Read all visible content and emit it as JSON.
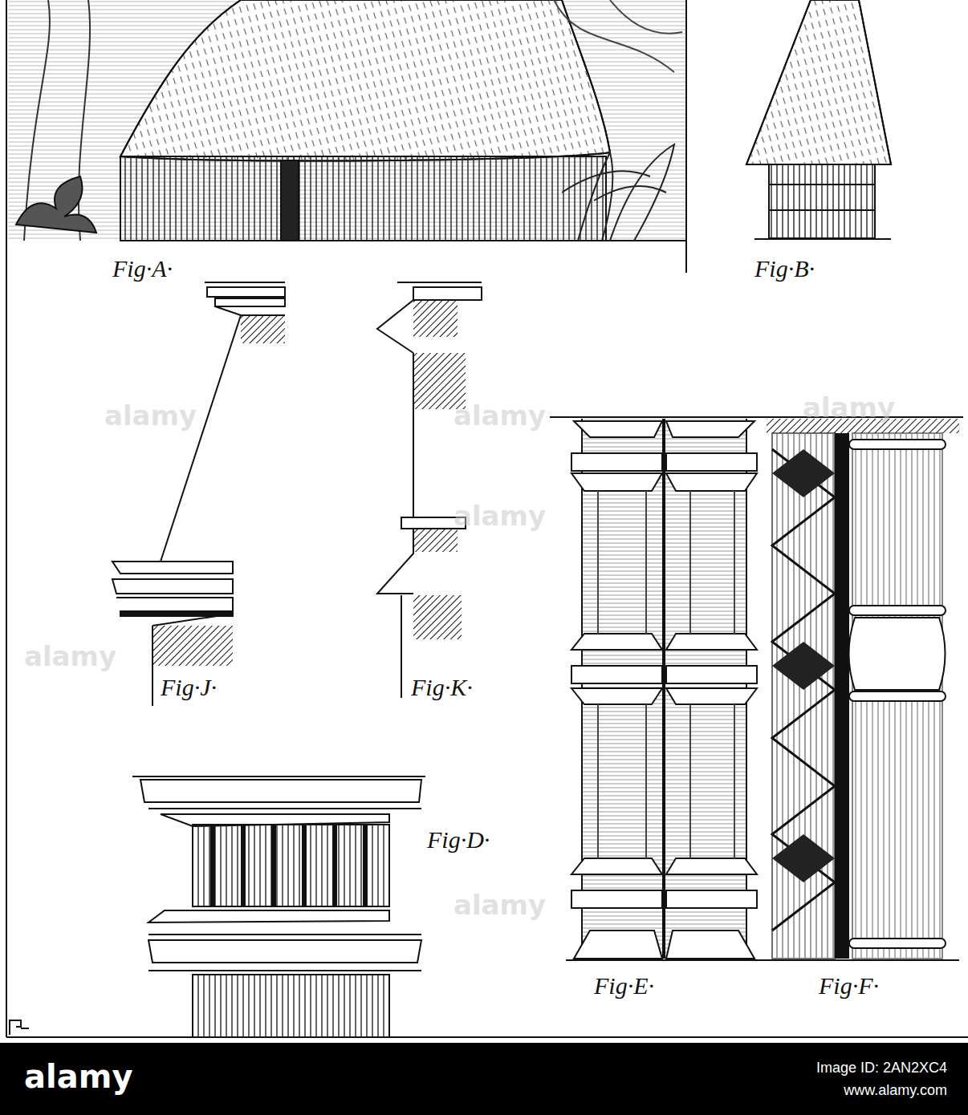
{
  "diagram": {
    "labels": [
      "Fig·A·",
      "Fig·B·",
      "Fig·J·",
      "Fig·K·",
      "Fig·D·",
      "Fig·E·",
      "Fig·F·",
      "alamy",
      "alamy",
      "alamy",
      "alamy",
      "alamy",
      "alamy",
      "alamy",
      "Image ID: 2AN2XC4",
      "www.alamy.com"
    ]
  }
}
